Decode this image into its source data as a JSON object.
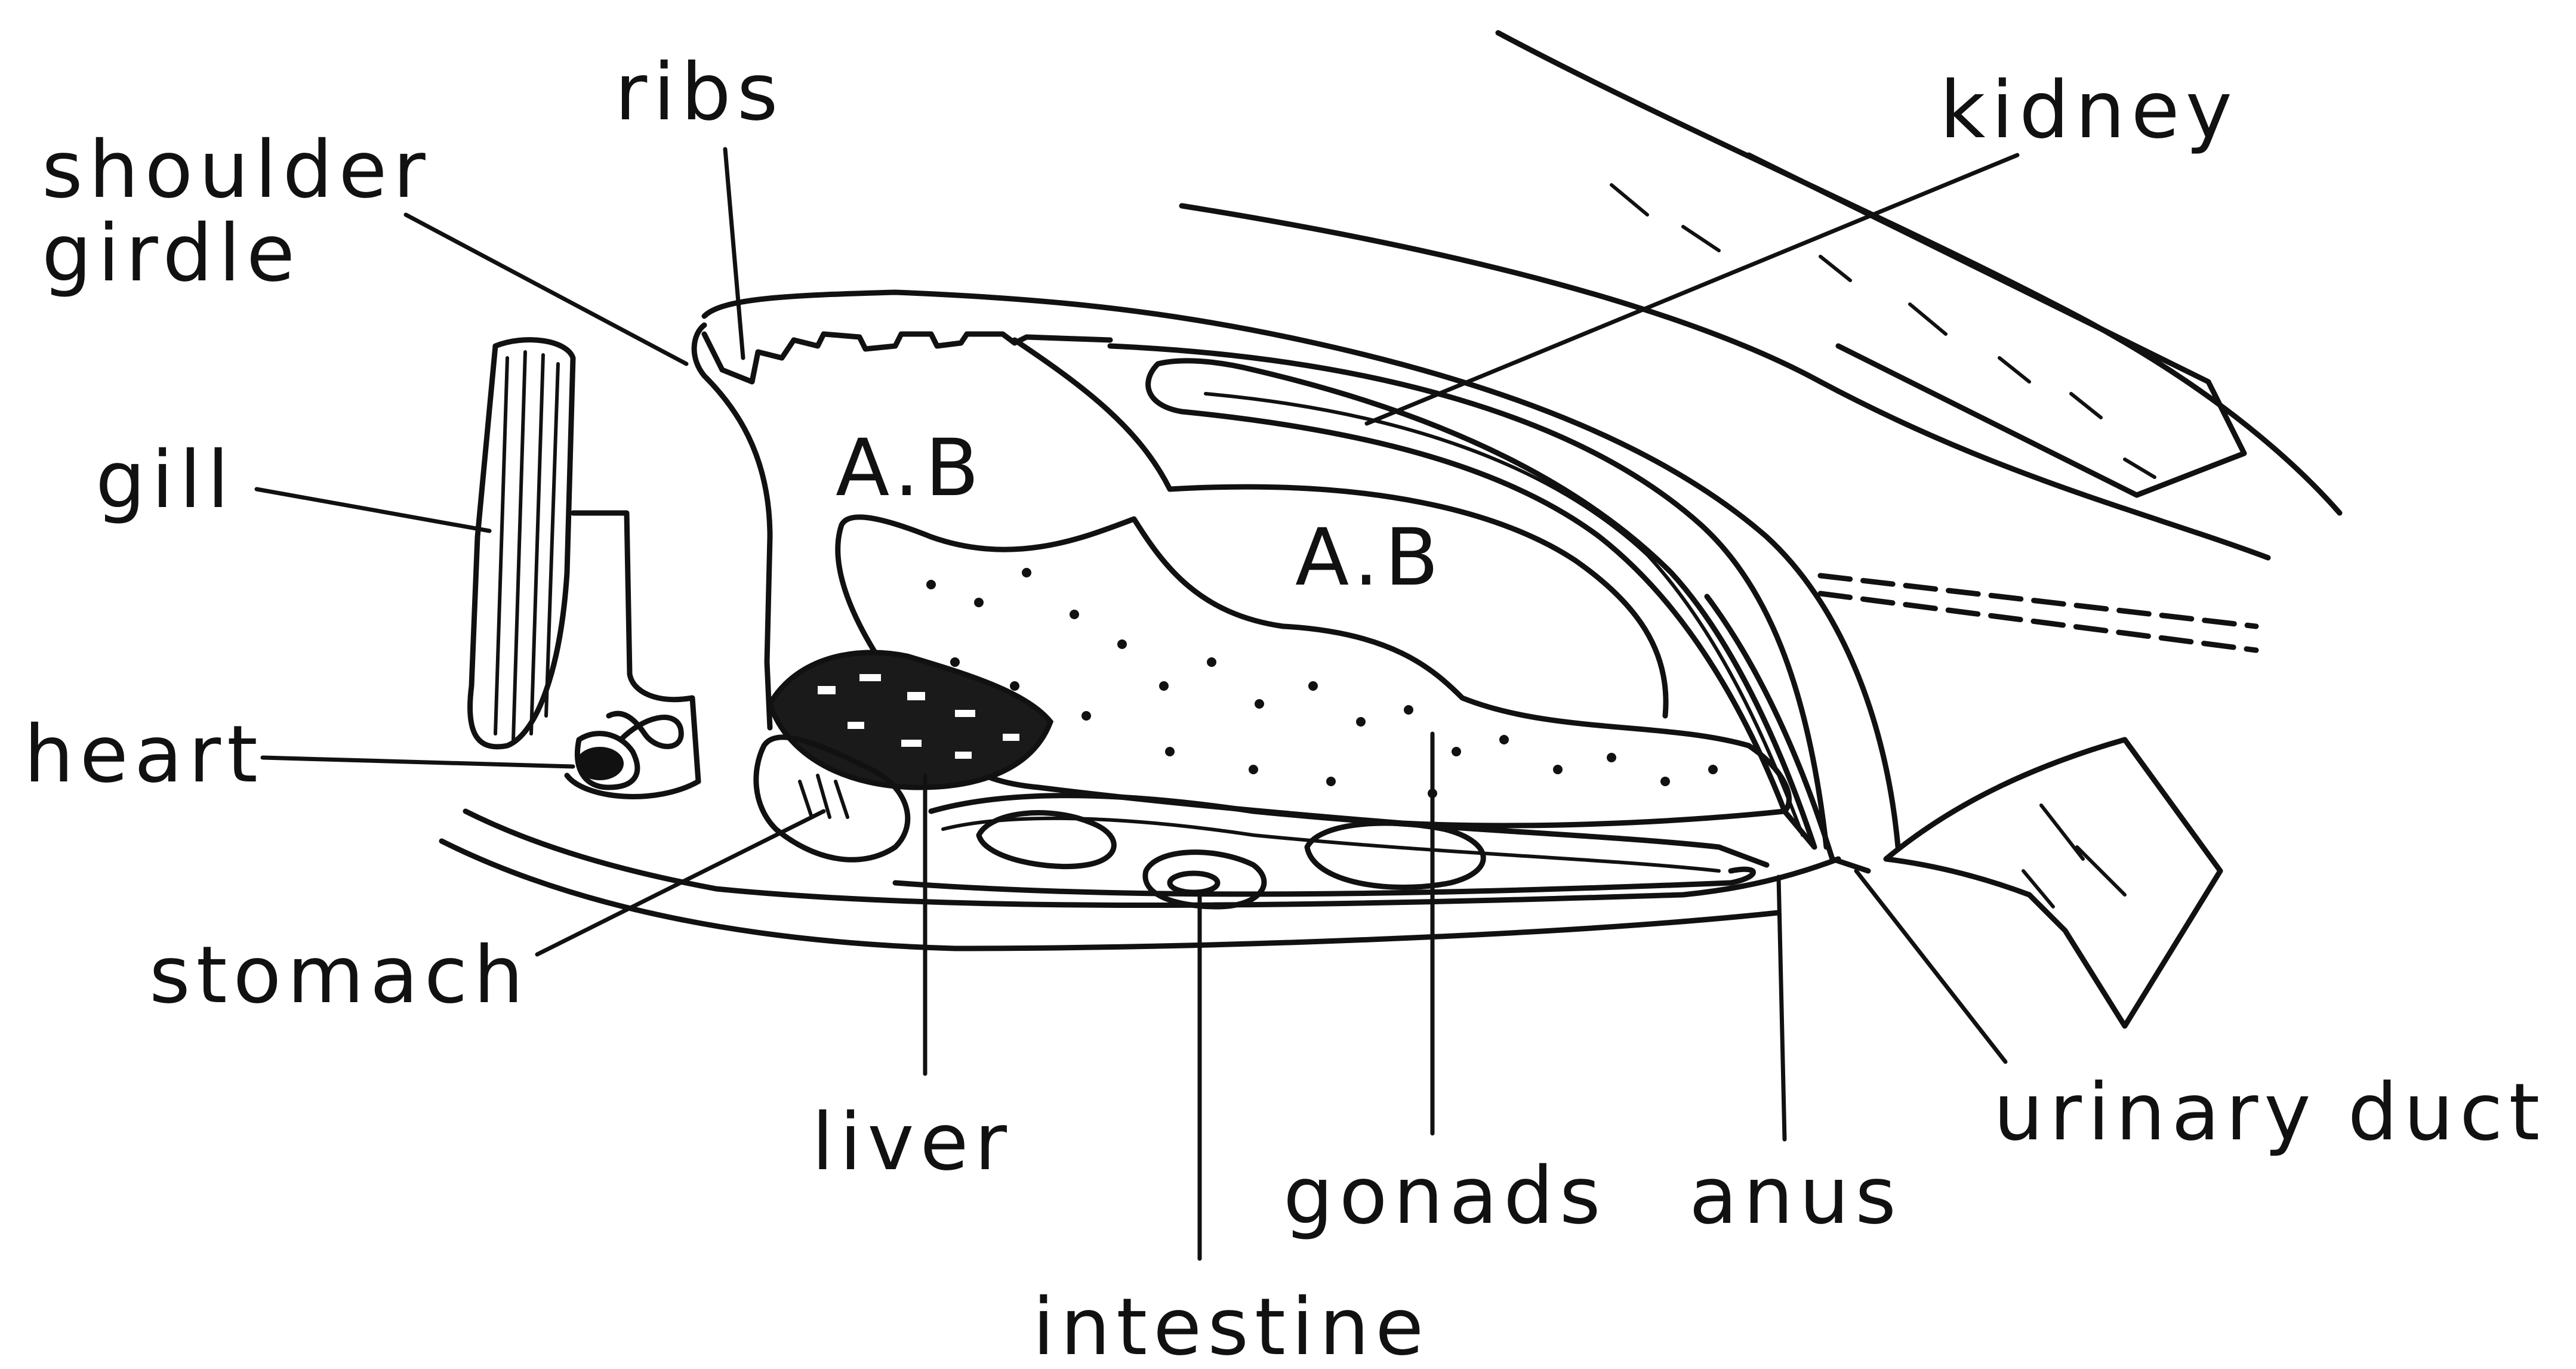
{
  "labels": {
    "ribs": "ribs",
    "shoulder": "shoulder",
    "girdle": "girdle",
    "kidney": "kidney",
    "gill": "gill",
    "ab_upper": "A.B",
    "ab_lower": "A.B",
    "heart": "heart",
    "stomach": "stomach",
    "liver": "liver",
    "intestine": "intestine",
    "gonads": "gonads",
    "anus": "anus",
    "urinary_duct": "urinary duct"
  }
}
